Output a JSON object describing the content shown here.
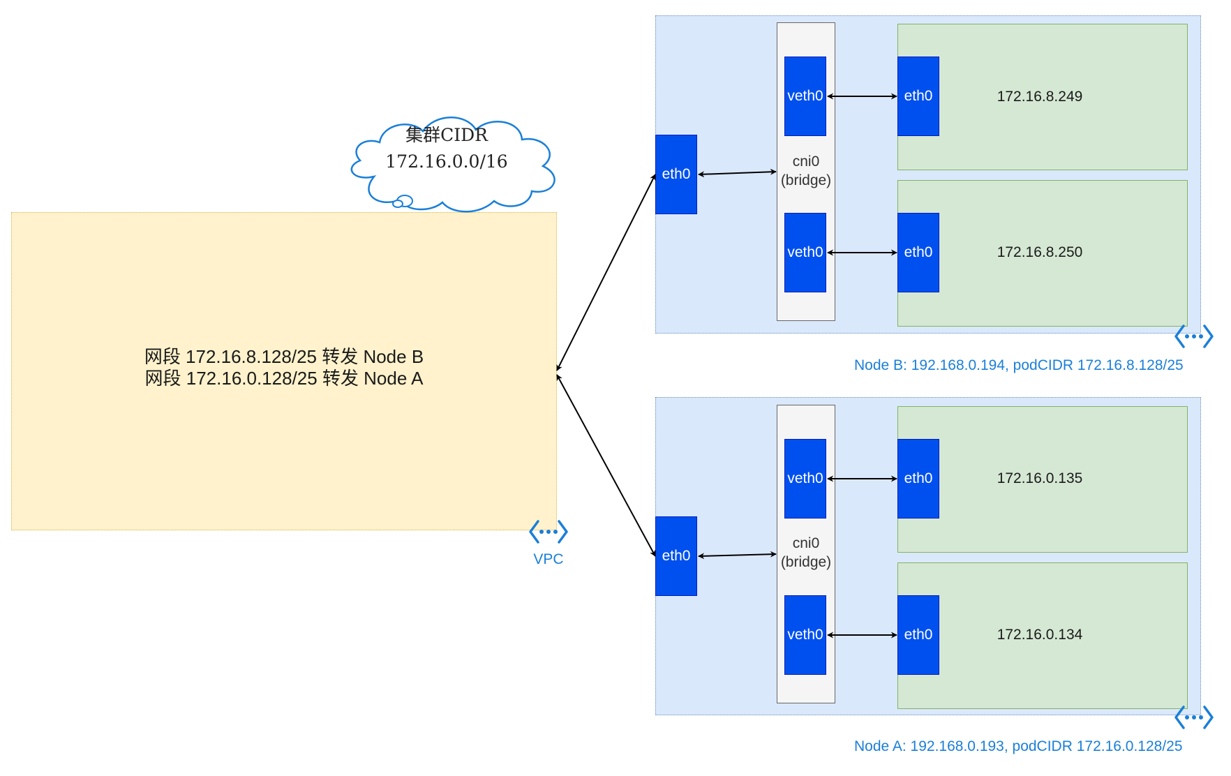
{
  "cloud": {
    "line1": "集群CIDR",
    "line2": "172.16.0.0/16"
  },
  "vpc": {
    "route_b": "网段 172.16.8.128/25 转发 Node B",
    "route_a": "网段 172.16.0.128/25 转发 Node A",
    "label": "VPC"
  },
  "node_b": {
    "label": "Node B: 192.168.0.194, podCIDR 172.16.8.128/25",
    "eth": "eth0",
    "bridge_line1": "cni0",
    "bridge_line2": "(bridge)",
    "pods": [
      {
        "ip": "172.16.8.249",
        "veth": "veth0",
        "eth": "eth0"
      },
      {
        "ip": "172.16.8.250",
        "veth": "veth0",
        "eth": "eth0"
      }
    ]
  },
  "node_a": {
    "label": "Node A: 192.168.0.193, podCIDR 172.16.0.128/25",
    "eth": "eth0",
    "bridge_line1": "cni0",
    "bridge_line2": "(bridge)",
    "pods": [
      {
        "ip": "172.16.0.135",
        "veth": "veth0",
        "eth": "eth0"
      },
      {
        "ip": "172.16.0.134",
        "veth": "veth0",
        "eth": "eth0"
      }
    ]
  },
  "colors": {
    "vpc_fill": "#fff2cc",
    "node_fill": "#dae8fc",
    "pod_fill": "#d5e8d4",
    "interface_fill": "#0050ef",
    "label_blue": "#1a7fd8"
  }
}
